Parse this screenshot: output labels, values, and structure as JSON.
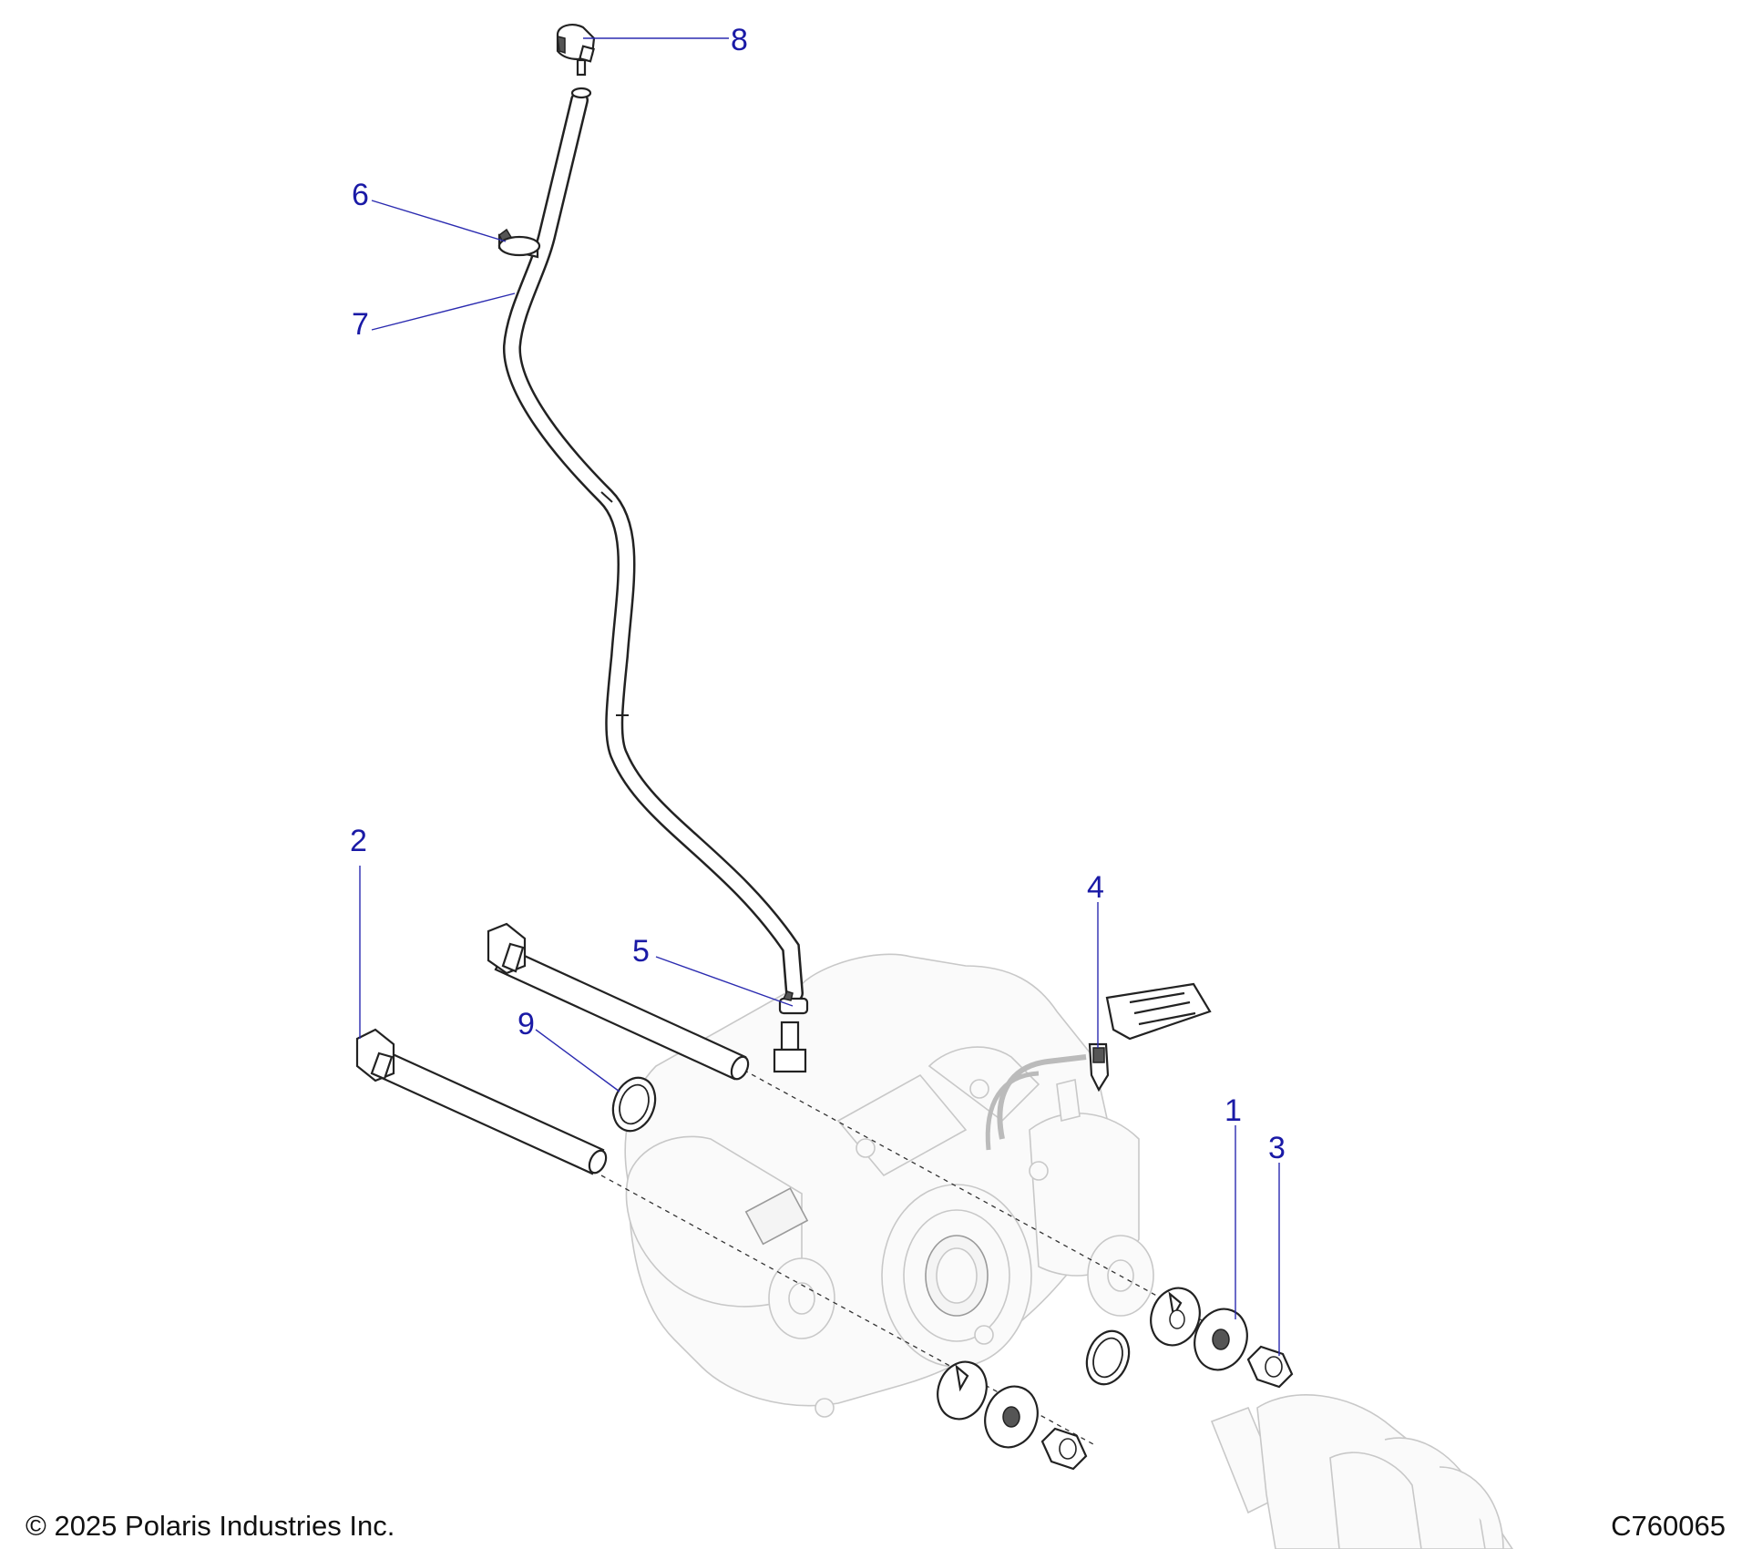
{
  "callouts": [
    {
      "id": "1",
      "label": "1",
      "part": "washer"
    },
    {
      "id": "2",
      "label": "2",
      "part": "long-bolt"
    },
    {
      "id": "3",
      "label": "3",
      "part": "flange-nut"
    },
    {
      "id": "4",
      "label": "4",
      "part": "harness-clip"
    },
    {
      "id": "5",
      "label": "5",
      "part": "hose-clamp"
    },
    {
      "id": "6",
      "label": "6",
      "part": "hose-clamp"
    },
    {
      "id": "7",
      "label": "7",
      "part": "vent-hose"
    },
    {
      "id": "8",
      "label": "8",
      "part": "vent-cap"
    },
    {
      "id": "9",
      "label": "9",
      "part": "o-ring"
    }
  ],
  "footer": {
    "copyright": "© 2025 Polaris Industries Inc.",
    "drawing_id": "C760065"
  },
  "colors": {
    "callout": "#1a1aa6",
    "leader": "#2b2bb0",
    "line": "#222222",
    "ghost": "#c8c8c8"
  }
}
